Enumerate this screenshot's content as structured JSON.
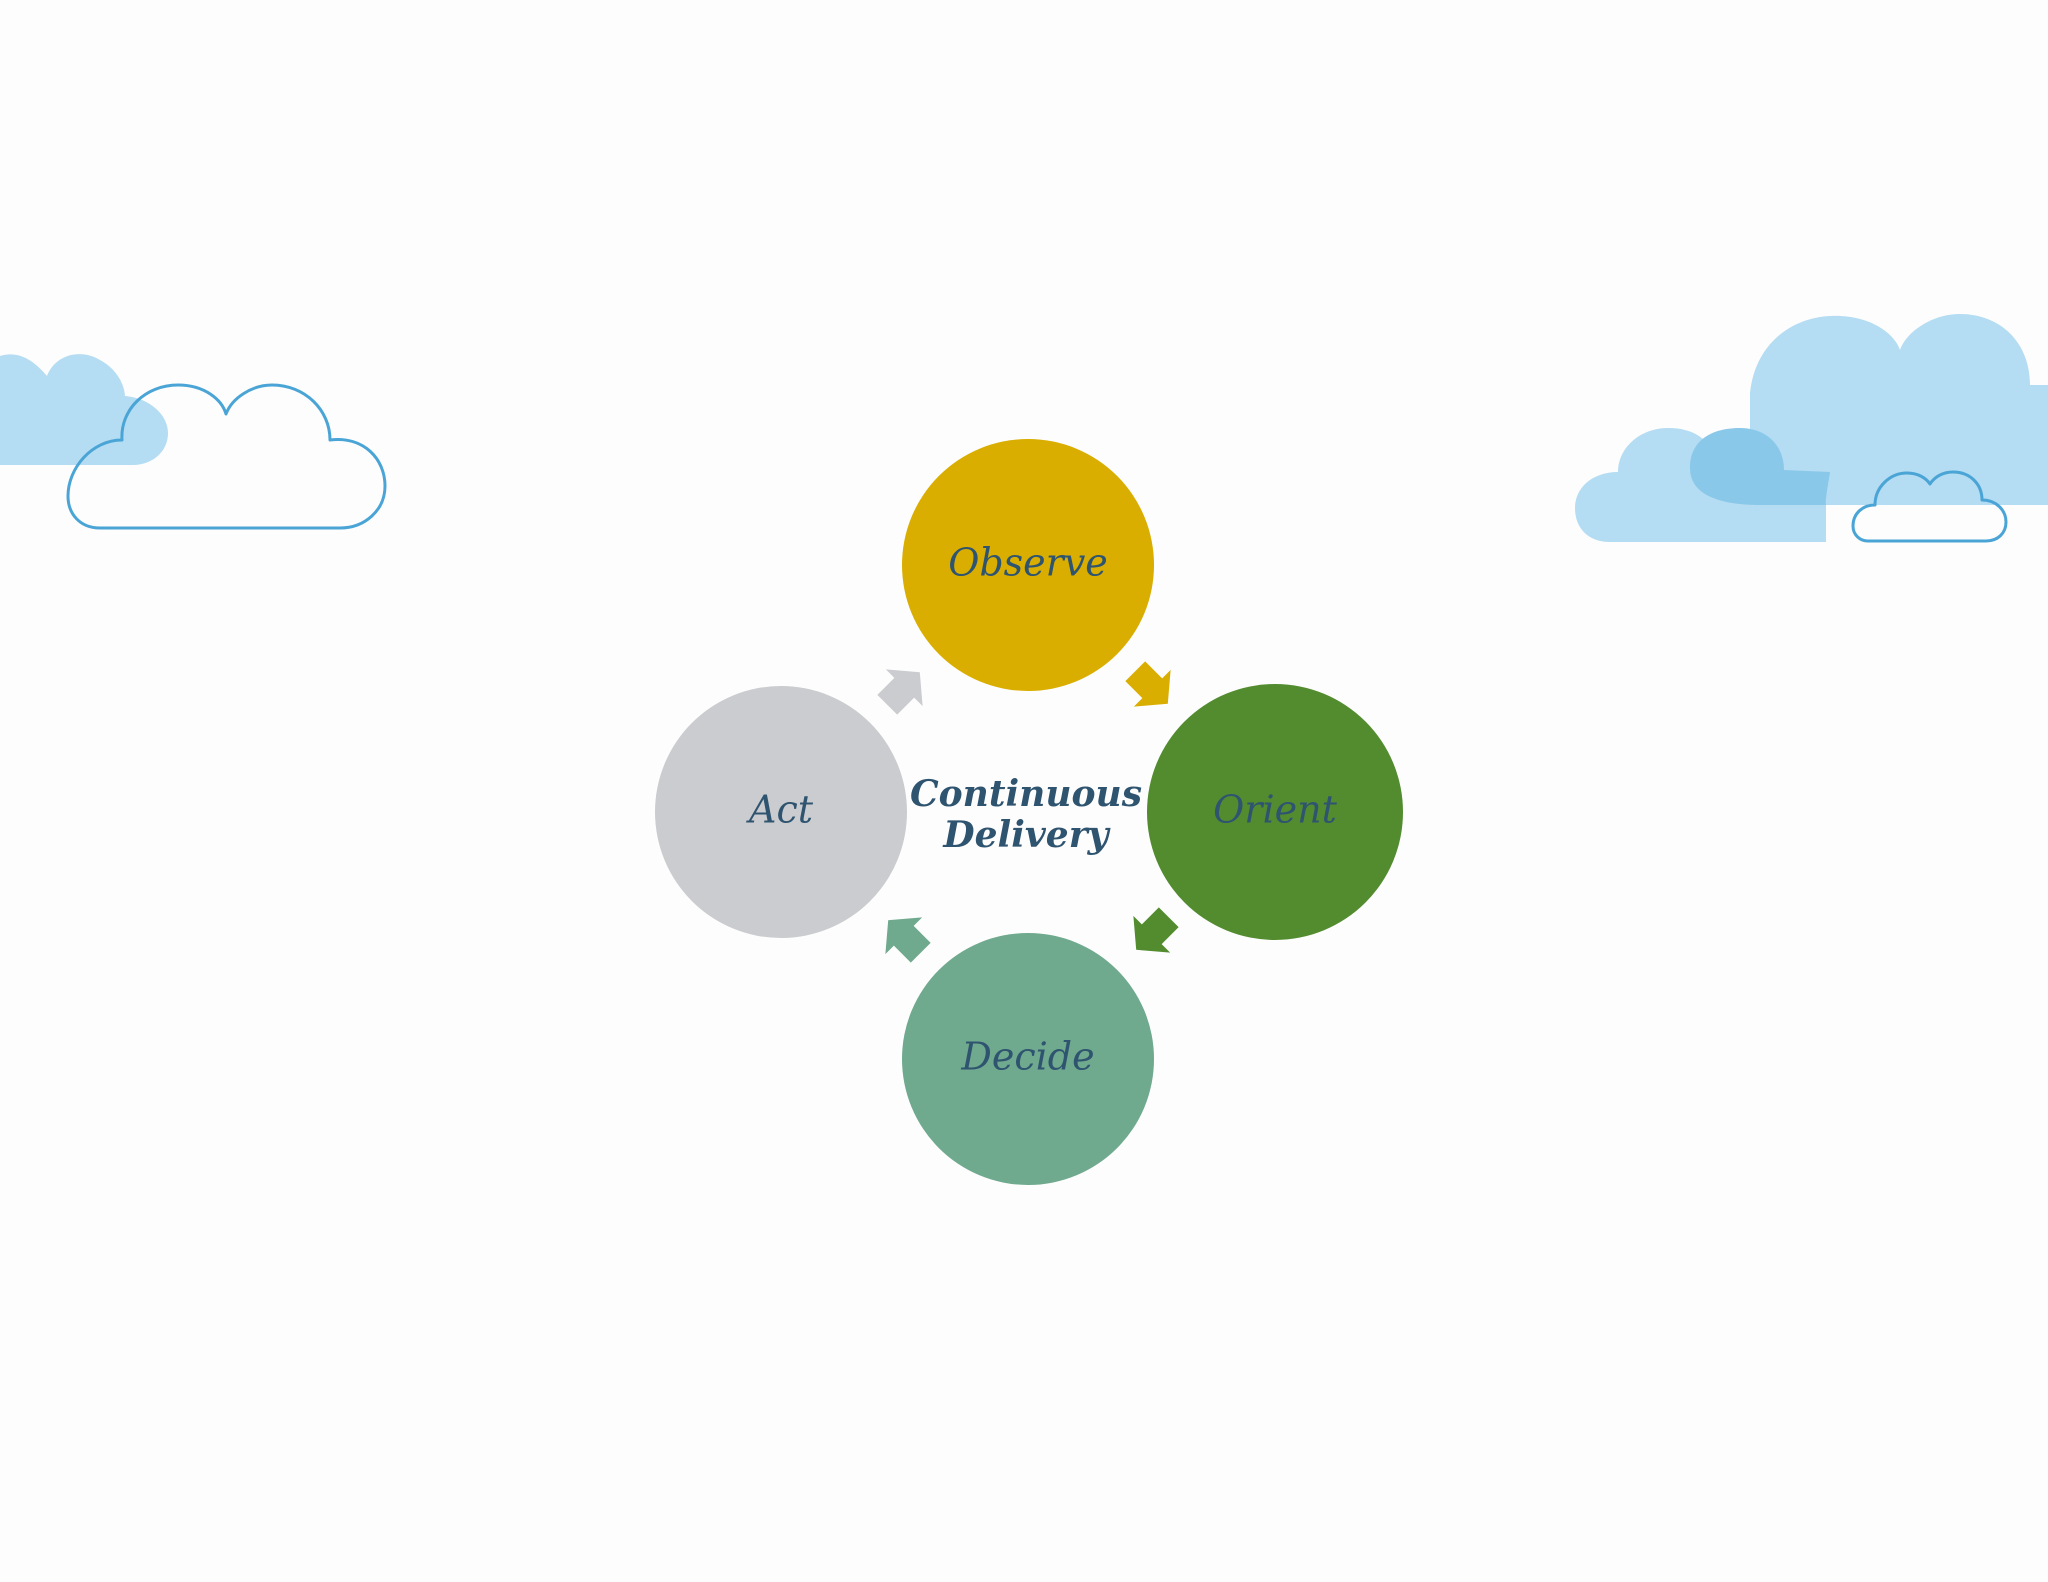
{
  "diagram": {
    "center": {
      "line1": "Continuous",
      "line2": "Delivery"
    },
    "nodes": [
      {
        "id": "observe",
        "label": "Observe",
        "color": "#d9ae00"
      },
      {
        "id": "orient",
        "label": "Orient",
        "color": "#528c2f"
      },
      {
        "id": "decide",
        "label": "Decide",
        "color": "#6fa98e"
      },
      {
        "id": "act",
        "label": "Act",
        "color": "#cbcccf"
      }
    ],
    "label_color": "#2f5470",
    "arrow_direction": "clockwise"
  },
  "decorations": {
    "cloud_fill_color": "#b4dcf2",
    "cloud_outline_color": "#4aa5d6",
    "cloud_overlap_color": "#8ac8ea"
  }
}
